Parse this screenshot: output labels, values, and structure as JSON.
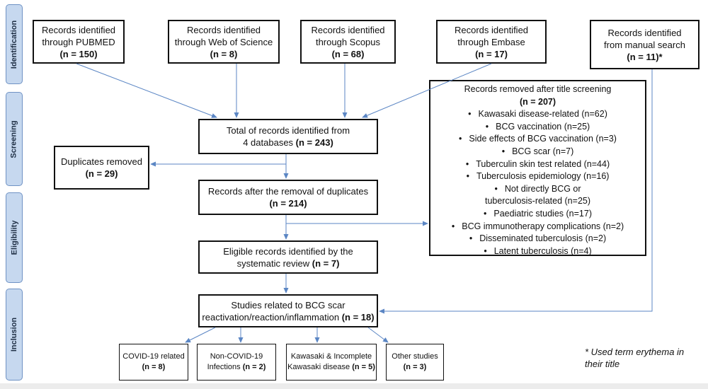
{
  "phases": [
    "Identification",
    "Screening",
    "Eligibility",
    "Inclusion"
  ],
  "sources": [
    {
      "line1": "Records identified",
      "line2": "through PUBMED",
      "count": "(n = 150)"
    },
    {
      "line1": "Records identified",
      "line2": "through Web of Science",
      "count": "(n = 8)"
    },
    {
      "line1": "Records identified",
      "line2": "through Scopus",
      "count": "(n = 68)"
    },
    {
      "line1": "Records identified",
      "line2": "through Embase",
      "count": "(n = 17)"
    },
    {
      "line1": "Records identified",
      "line2": "from manual search",
      "count": "(n = 11)*"
    }
  ],
  "total": {
    "line1": "Total of records identified from",
    "line2_prefix": "4 databases ",
    "count": "(n = 243)"
  },
  "duplicates": {
    "line1": "Duplicates removed",
    "count": "(n = 29)"
  },
  "after_dup": {
    "line1": "Records after the removal of duplicates",
    "count": "(n = 214)"
  },
  "eligible": {
    "line1": "Eligible records identified by the",
    "line2_prefix": "systematic review ",
    "count": "(n = 7)"
  },
  "included": {
    "line1": "Studies related to BCG scar",
    "line2_prefix": "reactivation/reaction/inflammation ",
    "count": "(n = 18)"
  },
  "excluded": {
    "title": "Records removed after title screening",
    "count": "(n = 207)",
    "bullet_symbol": "•",
    "items": [
      "Kawasaki disease-related (n=62)",
      "BCG vaccination (n=25)",
      "Side effects of BCG vaccination (n=3)",
      "BCG scar (n=7)",
      "Tuberculin skin test related (n=44)",
      "Tuberculosis epidemiology (n=16)",
      "Not directly BCG or",
      "tuberculosis-related (n=25)",
      "Paediatric studies (n=17)",
      "BCG immunotherapy complications (n=2)",
      "Disseminated tuberculosis (n=2)",
      "Latent tuberculosis (n=4)"
    ]
  },
  "categories": [
    {
      "line1": "COVID-19 related",
      "line2": "",
      "count": "(n = 8)"
    },
    {
      "line1": "Non-COVID-19",
      "line2": "",
      "line2_prefix": "Infections ",
      "count": "(n = 2)"
    },
    {
      "line1": "Kawasaki & Incomplete",
      "line2_prefix": "Kawasaki disease ",
      "count": "(n = 5)"
    },
    {
      "line1": "Other studies",
      "line2": "",
      "count": "(n = 3)"
    }
  ],
  "footnote": {
    "line1": "* Used term erythema in",
    "line2": "their title"
  },
  "colors": {
    "arrow": "#5b86c4",
    "phase_fill": "#c6d8ef",
    "phase_border": "#6f92c4"
  }
}
